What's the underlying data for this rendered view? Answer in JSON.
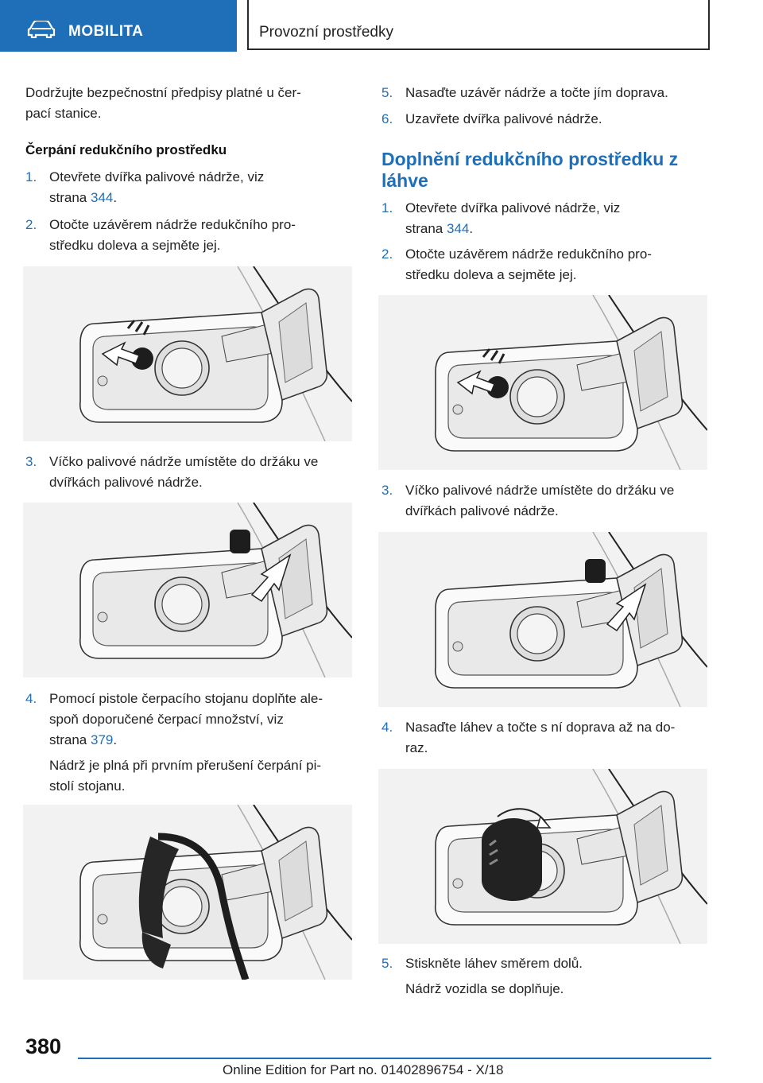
{
  "header": {
    "category": "MOBILITA",
    "section": "Provozní prostředky",
    "icon": "car-icon",
    "accent": "#1f6fb8"
  },
  "left": {
    "intro_line1": "Dodržujte bezpečnostní předpisy platné u čer-",
    "intro_line2": "pací stanice.",
    "heading": "Čerpání redukčního prostředku",
    "steps": [
      {
        "num": "1.",
        "line1": "Otevřete dvířka palivové nádrže, viz",
        "line2_pre": "strana ",
        "link": "344",
        "line2_post": "."
      },
      {
        "num": "2.",
        "line1": "Otočte uzávěrem nádrže redukčního pro-",
        "line2": "středku doleva a sejměte jej."
      },
      {
        "num": "3.",
        "line1": "Víčko palivové nádrže umístěte do držáku ve",
        "line2": "dvířkách palivové nádrže."
      },
      {
        "num": "4.",
        "line1": "Pomocí pistole čerpacího stojanu doplňte ale-",
        "line2": "spoň doporučené čerpací množství, viz",
        "line3_pre": "strana ",
        "link": "379",
        "line3_post": ".",
        "note1": "Nádrž je plná při prvním přerušení čerpání pi-",
        "note2": "stolí stojanu."
      }
    ]
  },
  "right": {
    "steps_a": [
      {
        "num": "5.",
        "text": "Nasaďte uzávěr nádrže a točte jím doprava."
      },
      {
        "num": "6.",
        "text": "Uzavřete dvířka palivové nádrže."
      }
    ],
    "heading_line1": "Doplnění redukčního prostředku z",
    "heading_line2": "láhve",
    "steps_b": [
      {
        "num": "1.",
        "line1": "Otevřete dvířka palivové nádrže, viz",
        "line2_pre": "strana ",
        "link": "344",
        "line2_post": "."
      },
      {
        "num": "2.",
        "line1": "Otočte uzávěrem nádrže redukčního pro-",
        "line2": "středku doleva a sejměte jej."
      },
      {
        "num": "3.",
        "line1": "Víčko palivové nádrže umístěte do držáku ve",
        "line2": "dvířkách palivové nádrže."
      },
      {
        "num": "4.",
        "line1": "Nasaďte láhev a točte s ní doprava až na do-",
        "line2": "raz."
      },
      {
        "num": "5.",
        "line1": "Stiskněte láhev směrem dolů.",
        "note": "Nádrž vozidla se doplňuje."
      }
    ]
  },
  "footer": {
    "page_number": "380",
    "edition": "Online Edition for Part no. 01402896754 - X/18"
  }
}
